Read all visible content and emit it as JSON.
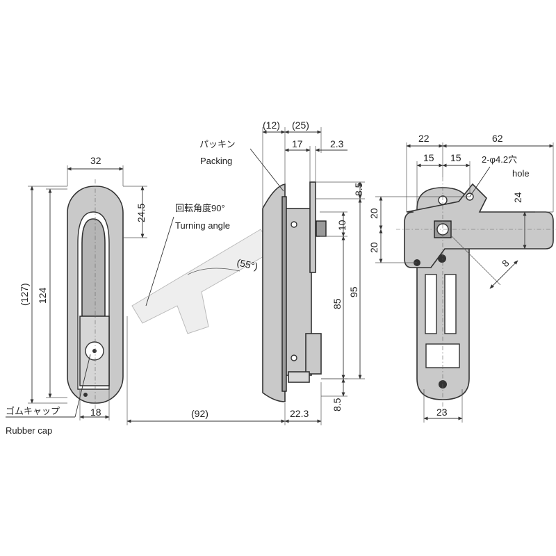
{
  "front_view": {
    "dims": {
      "width": "32",
      "top_offset": "24.5",
      "overall_height": "(127)",
      "inner_height": "124",
      "bottom_width": "18"
    },
    "labels": {
      "rubber_cap_jp": "ゴムキャップ",
      "rubber_cap_en": "Rubber cap"
    }
  },
  "side_view": {
    "dims": {
      "d12": "(12)",
      "d25": "(25)",
      "d17": "17",
      "d2_3": "2.3",
      "d8_5_top": "8.5",
      "d10": "10",
      "d85": "85",
      "d95": "95",
      "d8_5_bottom": "8.5",
      "d22_3": "22.3",
      "d92": "(92)",
      "d55": "(55°)"
    },
    "labels": {
      "packing_jp": "パッキン",
      "packing_en": "Packing",
      "angle_jp": "回転角度90°",
      "angle_en": "Turning angle"
    }
  },
  "rear_view": {
    "dims": {
      "d22": "22",
      "d62": "62",
      "d15a": "15",
      "d15b": "15",
      "d20a": "20",
      "d20b": "20",
      "d24": "24",
      "d8": "8",
      "d23": "23"
    },
    "labels": {
      "hole_jp": "2-φ4.2穴",
      "hole_en": "hole"
    }
  }
}
